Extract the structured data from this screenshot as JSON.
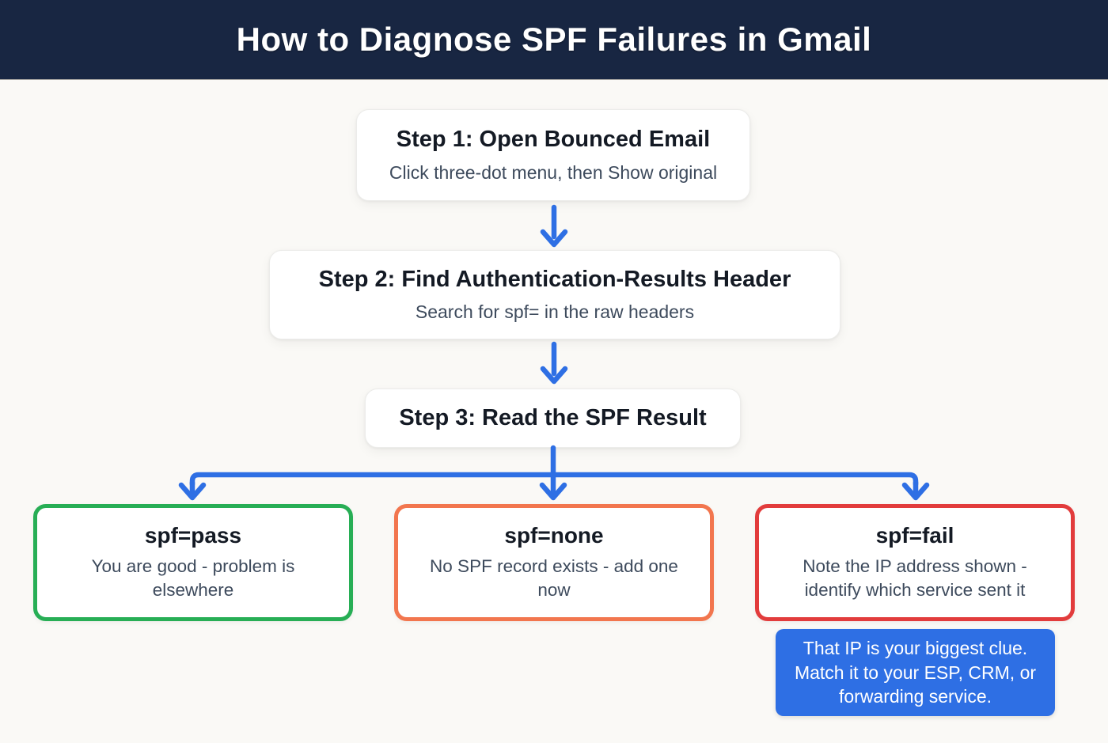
{
  "header": {
    "title": "How to Diagnose SPF Failures in Gmail"
  },
  "steps": [
    {
      "title": "Step 1: Open Bounced Email",
      "subtitle": "Click three-dot menu, then Show original"
    },
    {
      "title": "Step 2: Find Authentication-Results Header",
      "subtitle": "Search for spf= in the raw headers"
    },
    {
      "title": "Step 3: Read the SPF Result",
      "subtitle": ""
    }
  ],
  "results": [
    {
      "title": "spf=pass",
      "description": "You are good - problem is elsewhere",
      "status": "pass"
    },
    {
      "title": "spf=none",
      "description": "No SPF record exists - add one now",
      "status": "none"
    },
    {
      "title": "spf=fail",
      "description": "Note the IP address shown - identify which service sent it",
      "status": "fail"
    }
  ],
  "note": {
    "text": "That IP is your biggest clue. Match it to your ESP, CRM, or forwarding service."
  },
  "colors": {
    "navy": "#182642",
    "blue": "#2e6fe4",
    "green": "#27ae55",
    "orange": "#f2764e",
    "red": "#e23c3c",
    "pagebg": "#faf9f6",
    "cardbg": "#ffffff",
    "titletext": "#141a24",
    "subtext": "#3d4a5c",
    "headertext": "#ffffff"
  }
}
